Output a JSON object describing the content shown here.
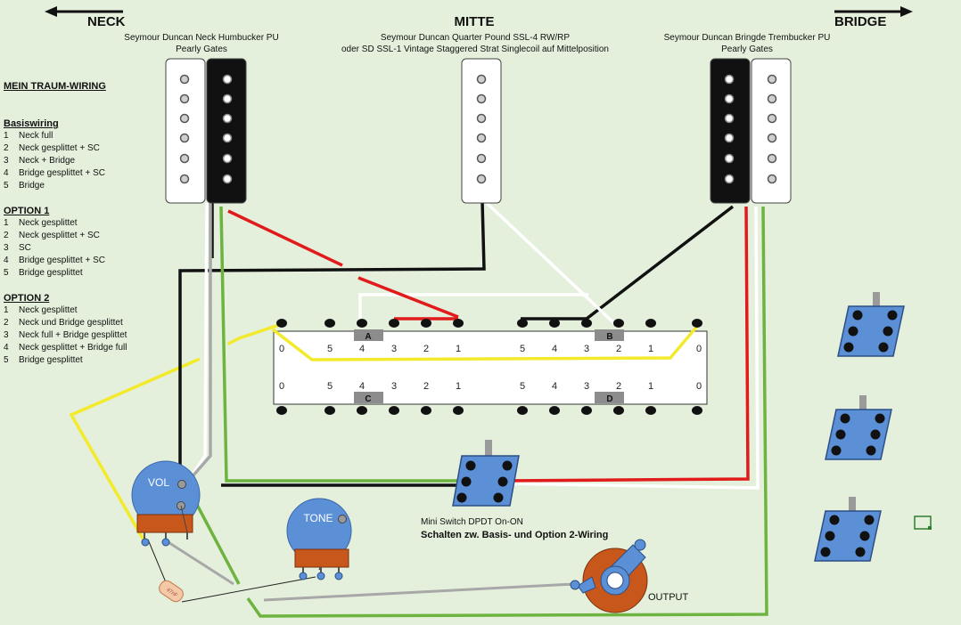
{
  "headers": {
    "neck": "NECK",
    "middle": "MITTE",
    "bridge": "BRIDGE"
  },
  "pickups": {
    "neck": {
      "line1": "Seymour Duncan Neck Humbucker PU",
      "line2": "Pearly Gates"
    },
    "middle": {
      "line1": "Seymour Duncan Quarter Pound SSL-4 RW/RP",
      "line2": "oder SD SSL-1 Vintage Staggered Strat Singlecoil auf Mittelposition"
    },
    "bridge": {
      "line1": "Seymour Duncan Bringde Trembucker PU",
      "line2": "Pearly Gates"
    }
  },
  "sidebar": {
    "title": "MEIN TRAUM-WIRING",
    "basis": {
      "heading": "Basiswiring",
      "items": [
        {
          "num": "1",
          "text": "Neck full"
        },
        {
          "num": "2",
          "text": "Neck gesplittet + SC"
        },
        {
          "num": "3",
          "text": "Neck + Bridge"
        },
        {
          "num": "4",
          "text": "Bridge gesplittet + SC"
        },
        {
          "num": "5",
          "text": "Bridge"
        }
      ]
    },
    "option1": {
      "heading": "OPTION 1",
      "items": [
        {
          "num": "1",
          "text": "Neck gesplittet"
        },
        {
          "num": "2",
          "text": "Neck gesplittet + SC"
        },
        {
          "num": "3",
          "text": "SC"
        },
        {
          "num": "4",
          "text": "Bridge gesplittet + SC"
        },
        {
          "num": "5",
          "text": "Bridge gesplittet"
        }
      ]
    },
    "option2": {
      "heading": "OPTION 2",
      "items": [
        {
          "num": "1",
          "text": "Neck gesplittet"
        },
        {
          "num": "2",
          "text": "Neck und Bridge gesplittet"
        },
        {
          "num": "3",
          "text": "Neck full + Bridge gesplittet"
        },
        {
          "num": "4",
          "text": "Neck gesplittet + Bridge full"
        },
        {
          "num": "5",
          "text": "Bridge gesplittet"
        }
      ]
    }
  },
  "selector": {
    "wafers": {
      "a": "A",
      "b": "B",
      "c": "C",
      "d": "D"
    },
    "top_numbers": [
      "0",
      "5",
      "4",
      "3",
      "2",
      "1",
      "5",
      "4",
      "3",
      "2",
      "1",
      "0"
    ],
    "bottom_numbers": [
      "0",
      "5",
      "4",
      "3",
      "2",
      "1",
      "5",
      "4",
      "3",
      "2",
      "1",
      "0"
    ]
  },
  "controls": {
    "volume": "VOL",
    "tone": "TONE",
    "output": "OUTPUT",
    "capacitor": "47nF",
    "mini_switch_label": "Mini Switch DPDT On-ON",
    "mini_switch_desc": "Schalten zw. Basis- und Option 2-Wiring"
  },
  "colors": {
    "background": "#e4f0dc",
    "pot_blue": "#5b8fd6",
    "pot_copper": "#c8571b",
    "wire_red": "#e11b1b",
    "wire_yellow": "#f2ea2a",
    "wire_green": "#6db33f",
    "wire_black": "#111111",
    "wire_white": "#ffffff",
    "wire_gray": "#a8a8a8"
  }
}
